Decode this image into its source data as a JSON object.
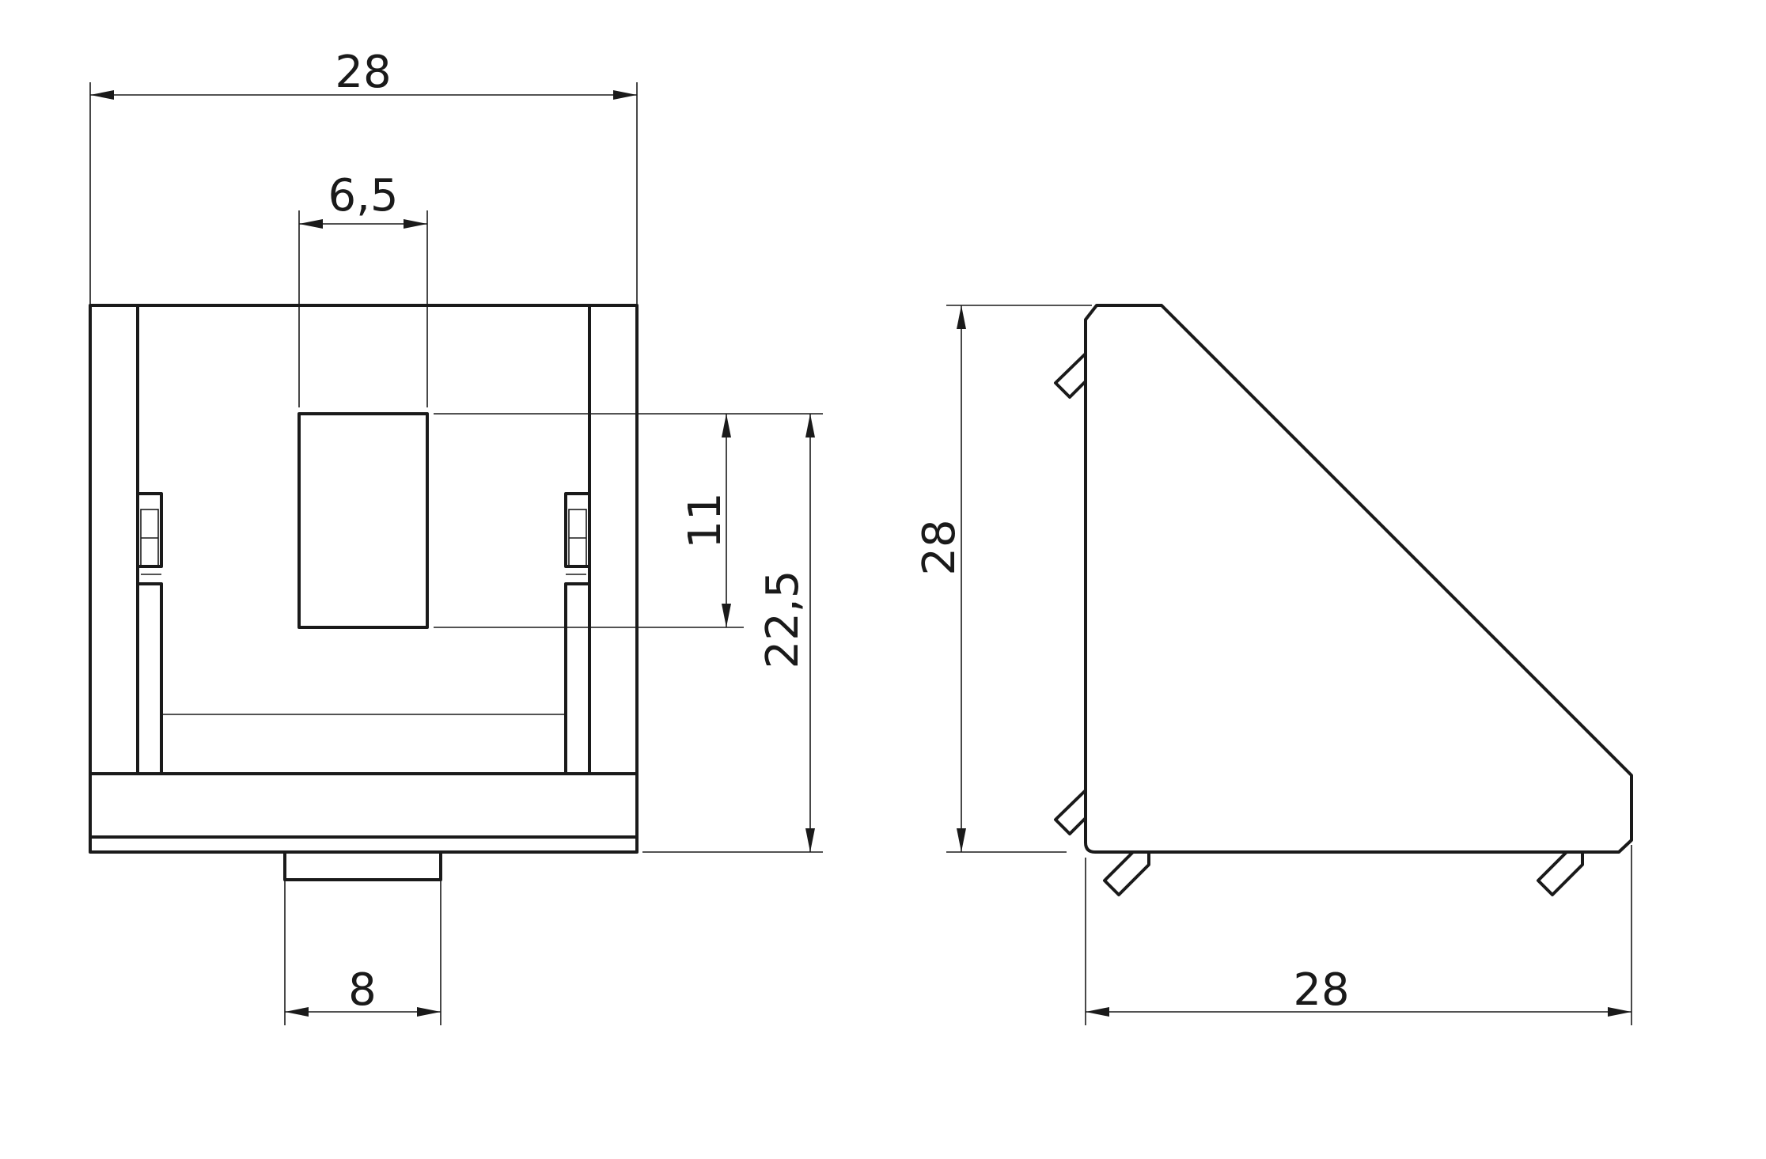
{
  "colors": {
    "line": "#1a1a1a",
    "background": "#ffffff"
  },
  "front_view": {
    "width_dim": "28",
    "slot_width_dim": "6,5",
    "slot_height_dim": "11",
    "slot_offset_dim": "22,5",
    "tab_width_dim": "8"
  },
  "side_view": {
    "height_dim": "28",
    "width_dim": "28"
  }
}
